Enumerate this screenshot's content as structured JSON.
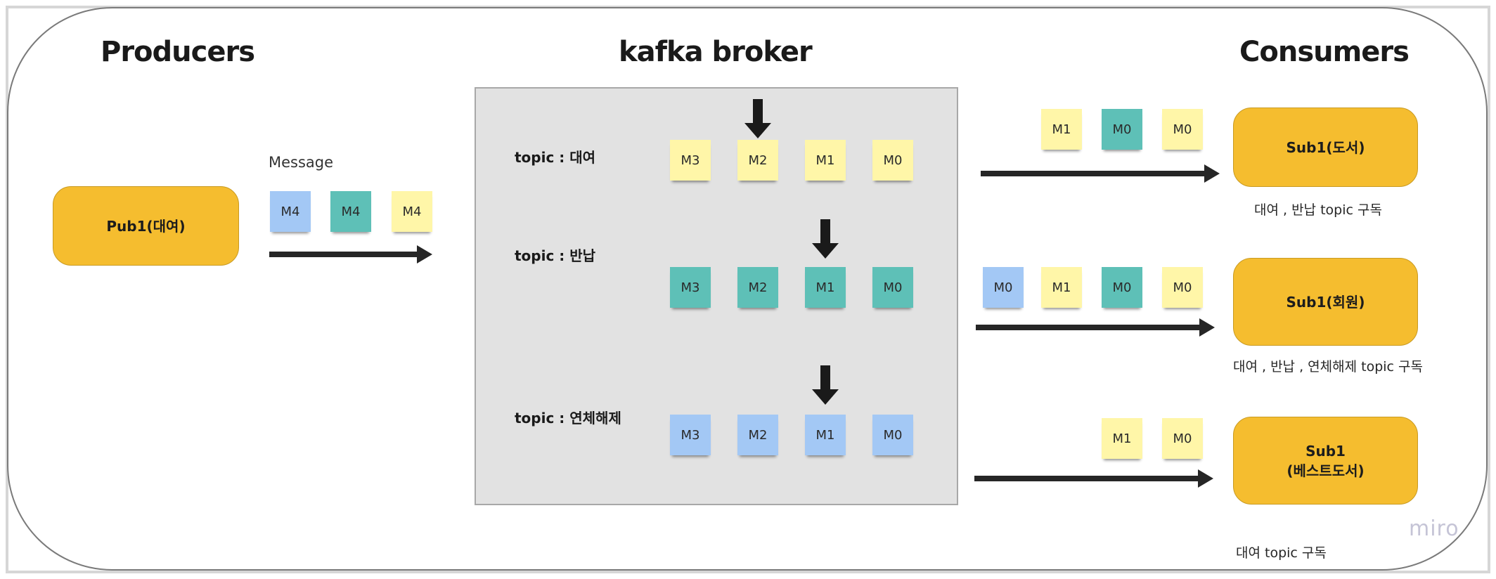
{
  "colors": {
    "node": "#f5bd2f",
    "sticky_yellow": "#fff6a8",
    "sticky_teal": "#5ec0b7",
    "sticky_blue": "#a3c8f5",
    "broker_bg": "#e2e2e2",
    "arrow": "#262626"
  },
  "headings": {
    "producers": "Producers",
    "broker": "kafka broker",
    "consumers": "Consumers"
  },
  "producer": {
    "name": "Pub1(대여)",
    "message_label": "Message",
    "messages": [
      {
        "label": "M4",
        "color": "blue"
      },
      {
        "label": "M4",
        "color": "teal"
      },
      {
        "label": "M4",
        "color": "yellow"
      }
    ]
  },
  "topics": [
    {
      "label": "topic : 대여",
      "color": "yellow",
      "messages": [
        "M3",
        "M2",
        "M1",
        "M0"
      ],
      "pointer_at": "M2"
    },
    {
      "label": "topic : 반납",
      "color": "teal",
      "messages": [
        "M3",
        "M2",
        "M1",
        "M0"
      ],
      "pointer_at": "M1"
    },
    {
      "label": "topic : 연체해제",
      "color": "blue",
      "messages": [
        "M3",
        "M2",
        "M1",
        "M0"
      ],
      "pointer_at": "M1"
    }
  ],
  "consumers": [
    {
      "name_line1": "Sub1(도서)",
      "name_line2": "",
      "caption": "대여 , 반납 topic 구독",
      "messages": [
        {
          "label": "M1",
          "color": "yellow"
        },
        {
          "label": "M0",
          "color": "teal"
        },
        {
          "label": "M0",
          "color": "yellow"
        }
      ]
    },
    {
      "name_line1": "Sub1(회원)",
      "name_line2": "",
      "caption": "대여 , 반납 , 연체해제 topic 구독",
      "messages": [
        {
          "label": "M0",
          "color": "blue"
        },
        {
          "label": "M1",
          "color": "yellow"
        },
        {
          "label": "M0",
          "color": "teal"
        },
        {
          "label": "M0",
          "color": "yellow"
        }
      ]
    },
    {
      "name_line1": "Sub1",
      "name_line2": "(베스트도서)",
      "caption": "대여  topic 구독",
      "messages": [
        {
          "label": "M1",
          "color": "yellow"
        },
        {
          "label": "M0",
          "color": "yellow"
        }
      ]
    }
  ],
  "watermark": "miro"
}
